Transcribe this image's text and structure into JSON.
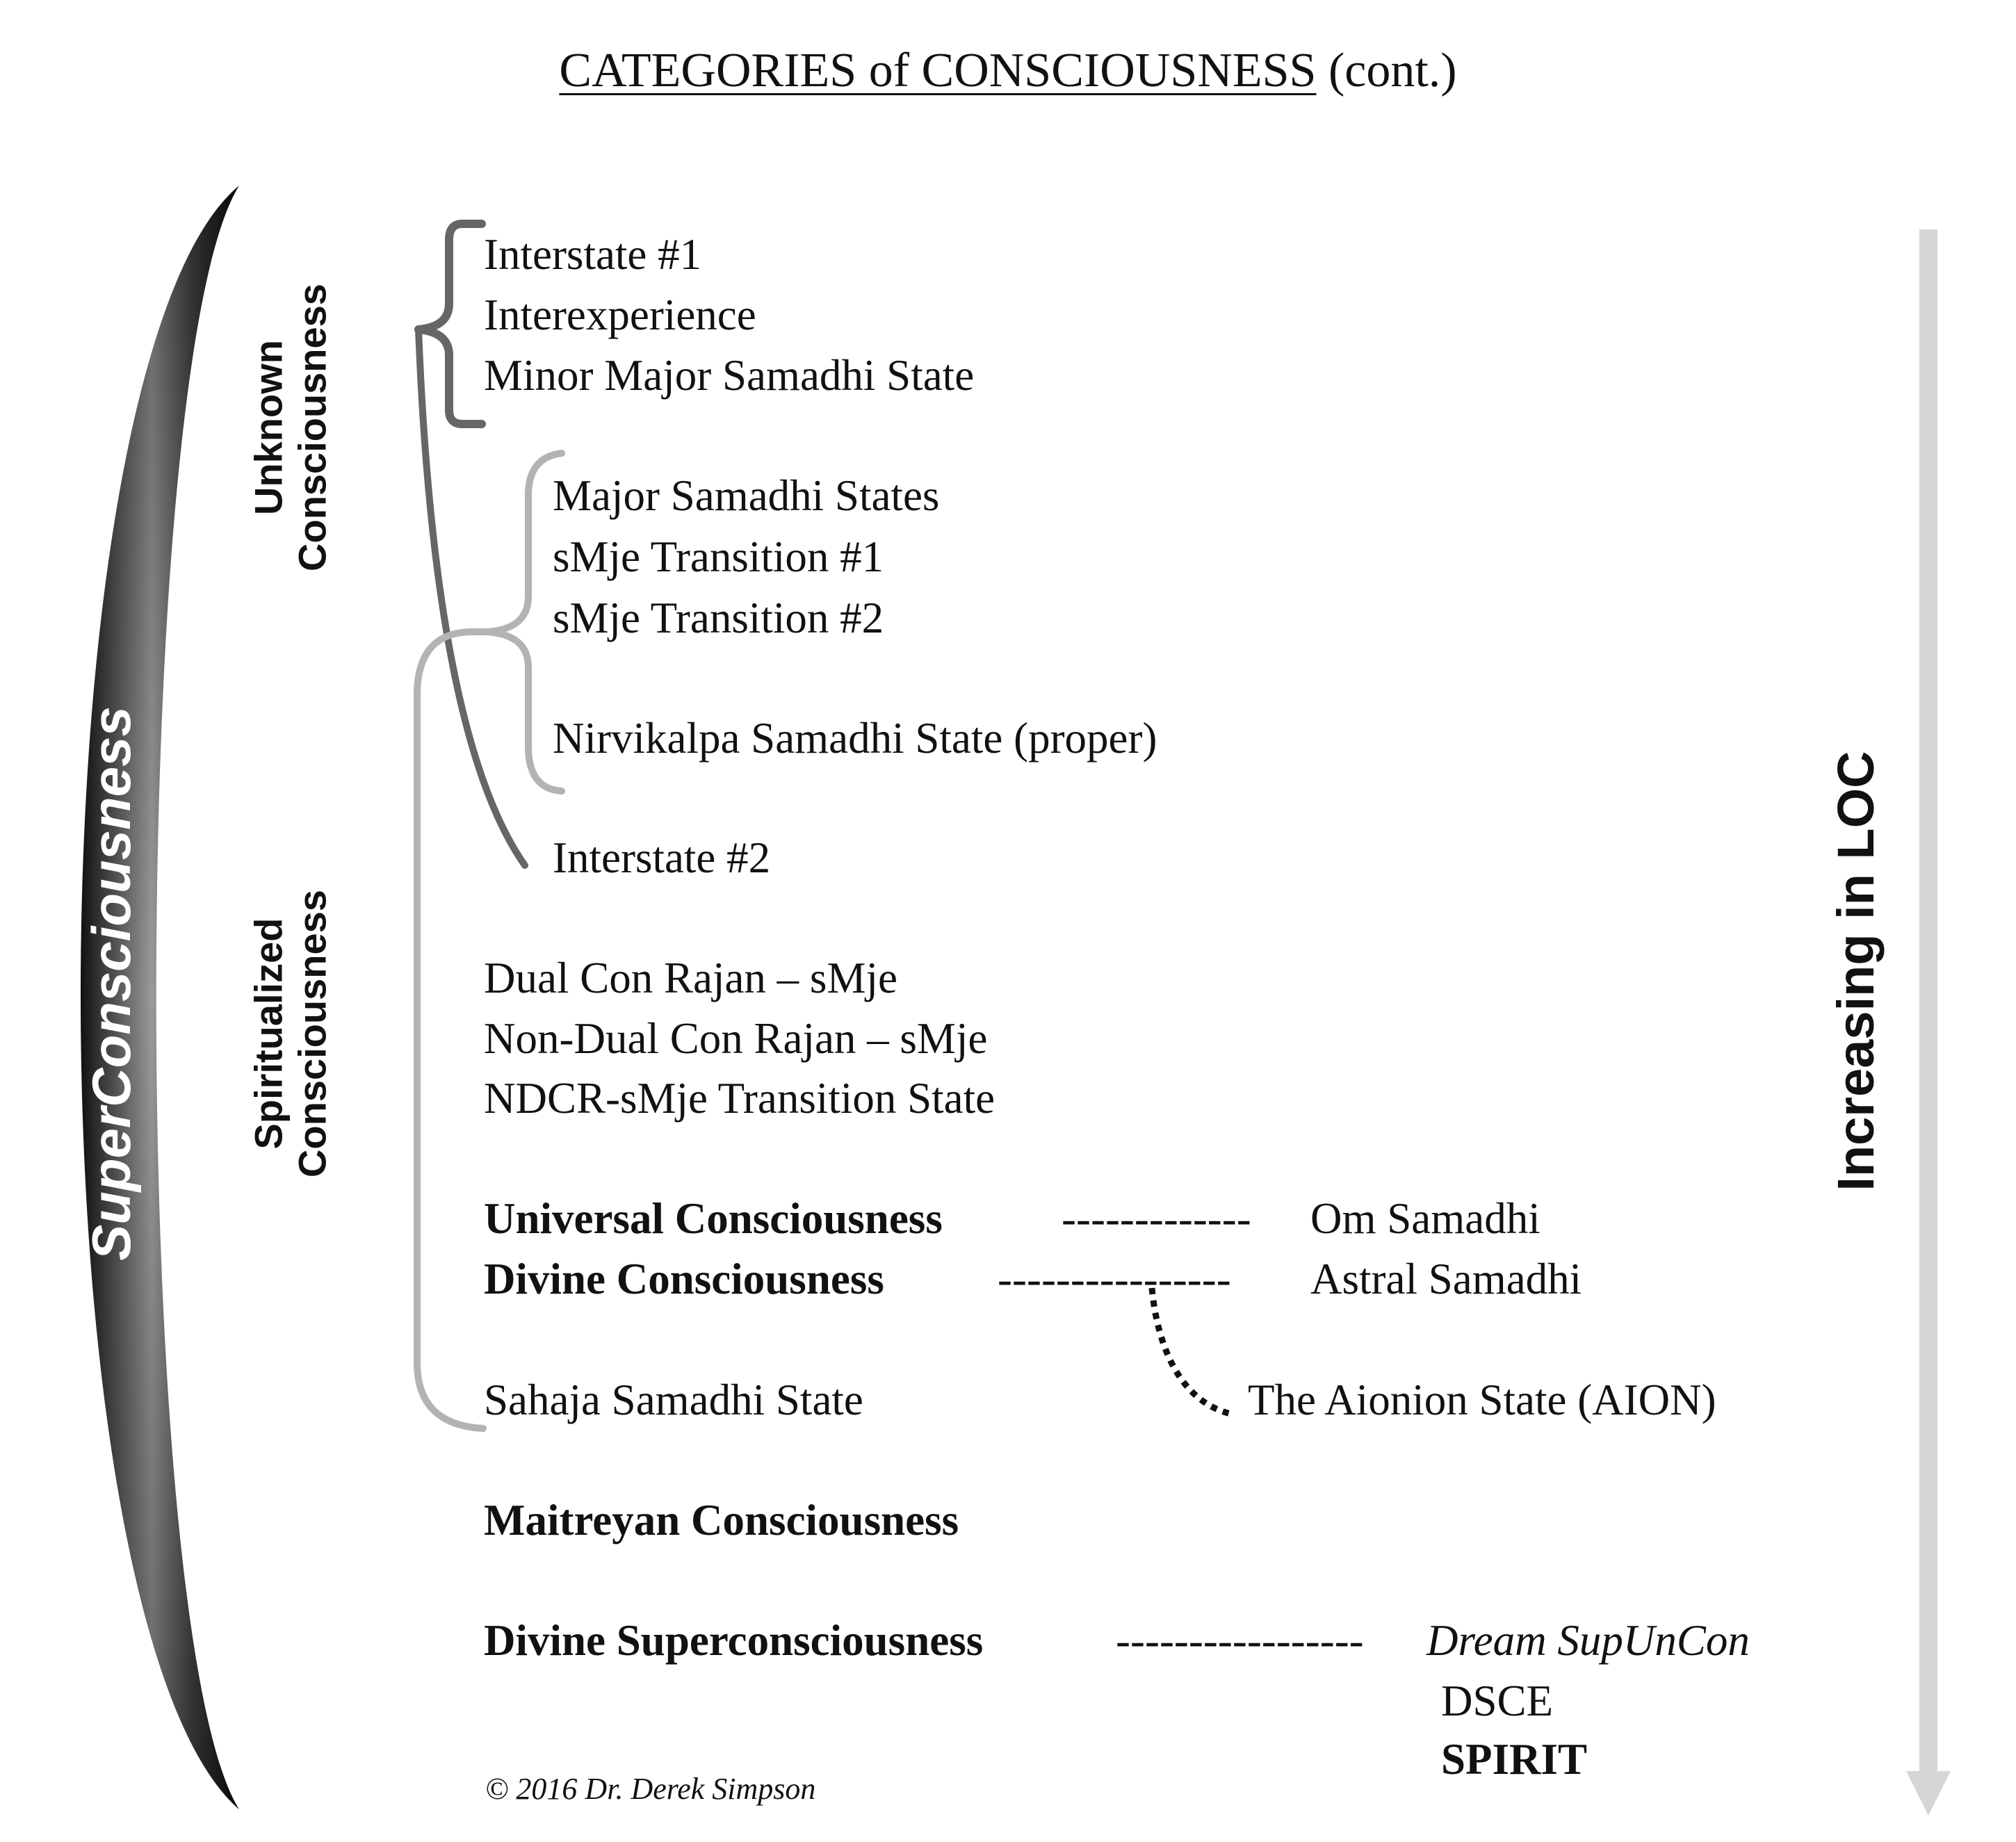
{
  "title": {
    "main": "CATEGORIES of CONSCIOUSNESS",
    "suffix": " (cont.)"
  },
  "side_labels": {
    "superconsciousness": "SuperConsciousness",
    "unknown": [
      "Unknown",
      "Consciousness"
    ],
    "spiritualized": [
      "Spiritualized",
      "Consciousness"
    ],
    "loc_axis": "Increasing in LOC"
  },
  "group1": [
    "Interstate #1",
    "Interexperience",
    "Minor Major Samadhi State"
  ],
  "group2": [
    "Major Samadhi States",
    "sMje Transition #1",
    "sMje Transition #2",
    "Nirvikalpa Samadhi State (proper)"
  ],
  "interstate2": "Interstate #2",
  "group3": [
    "Dual Con Rajan – sMje",
    "Non-Dual Con Rajan – sMje",
    "NDCR-sMje Transition State"
  ],
  "universal": {
    "label": "Universal Consciousness",
    "dashes": "-------------",
    "samadhi": "Om Samadhi"
  },
  "divine": {
    "label": "Divine Consciousness",
    "dashes": "----------------",
    "samadhi": "Astral Samadhi"
  },
  "sahaja": "Sahaja Samadhi State",
  "aion": "The Aionion State (AION)",
  "maitreyan": "Maitreyan Consciousness",
  "divine_super": {
    "label": "Divine Superconsciousness",
    "dashes": "-----------------",
    "dream": "Dream SupUnCon"
  },
  "dsce": "DSCE",
  "spirit": "SPIRIT",
  "copyright": "© 2016 Dr. Derek Simpson",
  "colors": {
    "dark_bracket": "#666666",
    "light_bracket": "#b3b3b3",
    "arrow": "#d6d6d6",
    "crescent_dark": "#111111",
    "crescent_light": "#cfcfcf"
  }
}
